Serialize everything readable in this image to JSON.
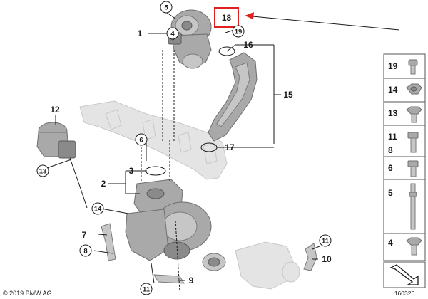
{
  "callouts": {
    "c1": "1",
    "c2": "2",
    "c3": "3",
    "c4": "4",
    "c5": "5",
    "c6": "6",
    "c7": "7",
    "c8": "8",
    "c9": "9",
    "c10": "10",
    "c11a": "11",
    "c11b": "11",
    "c12": "12",
    "c13": "13",
    "c14": "14",
    "c15": "15",
    "c16": "16",
    "c17": "17",
    "c18": "18",
    "c19": "19"
  },
  "parts_panel": {
    "items": [
      {
        "label": "19"
      },
      {
        "label": "14"
      },
      {
        "label": "13"
      },
      {
        "label": "11"
      },
      {
        "label": "8"
      },
      {
        "label": "6"
      },
      {
        "label": "5"
      },
      {
        "label": "4"
      }
    ]
  },
  "footer": {
    "copyright": "© 2019 BMW AG",
    "diagram_code": "160326"
  },
  "colors": {
    "highlight": "#e02020",
    "part_gray": "#a9a9a9",
    "ghost_gray": "#e4e4e4"
  }
}
